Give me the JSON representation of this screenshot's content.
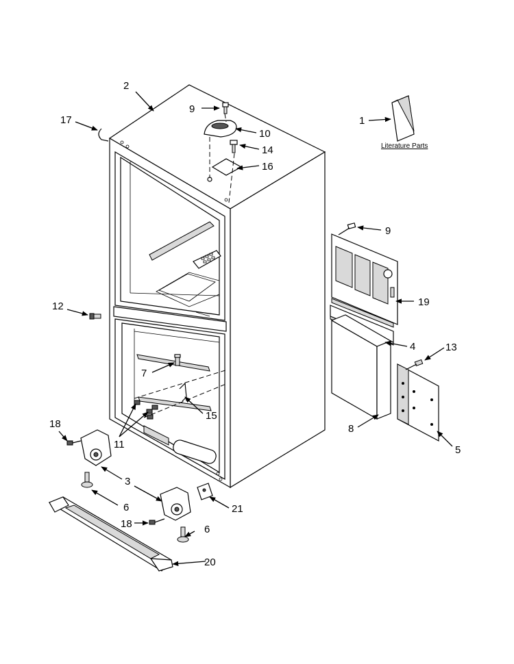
{
  "caption": "Literature Parts",
  "callouts": {
    "c1": "1",
    "c2": "2",
    "c3": "3",
    "c4": "4",
    "c5": "5",
    "c6a": "6",
    "c6b": "6",
    "c7": "7",
    "c8": "8",
    "c9a": "9",
    "c9b": "9",
    "c10": "10",
    "c11": "11",
    "c12": "12",
    "c13": "13",
    "c14": "14",
    "c15": "15",
    "c16": "16",
    "c17": "17",
    "c18a": "18",
    "c18b": "18",
    "c19": "19",
    "c20": "20",
    "c21": "21"
  }
}
